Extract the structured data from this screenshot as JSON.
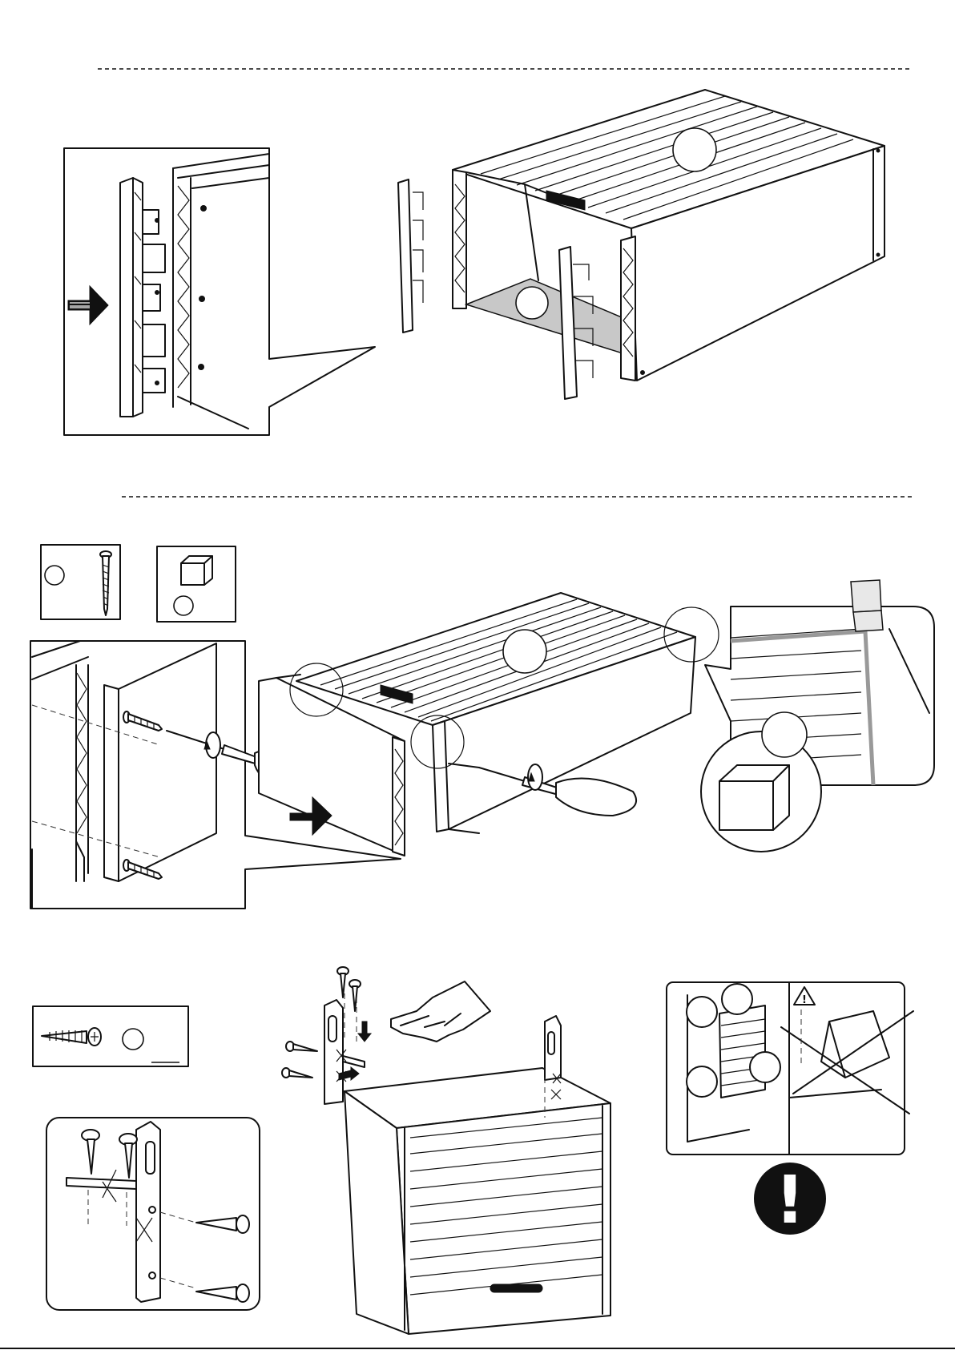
{
  "page": {
    "type": "assembly-instructions",
    "steps": [
      {
        "id": "step-slide-side-panels"
      },
      {
        "id": "step-screw-side-panels",
        "parts": [
          {
            "icon": "wood-screw-icon"
          },
          {
            "icon": "corner-block-icon"
          }
        ]
      },
      {
        "id": "step-wall-fixing",
        "parts": [
          {
            "icon": "wall-screw-icon"
          }
        ]
      }
    ],
    "symbols": [
      "push-arrow-icon",
      "pointing-hand-icon",
      "warning-triangle-icon",
      "attention-exclamation-icon",
      "rotation-arrow-icon"
    ],
    "warning_glyph": "!",
    "attention_glyph": "!"
  }
}
